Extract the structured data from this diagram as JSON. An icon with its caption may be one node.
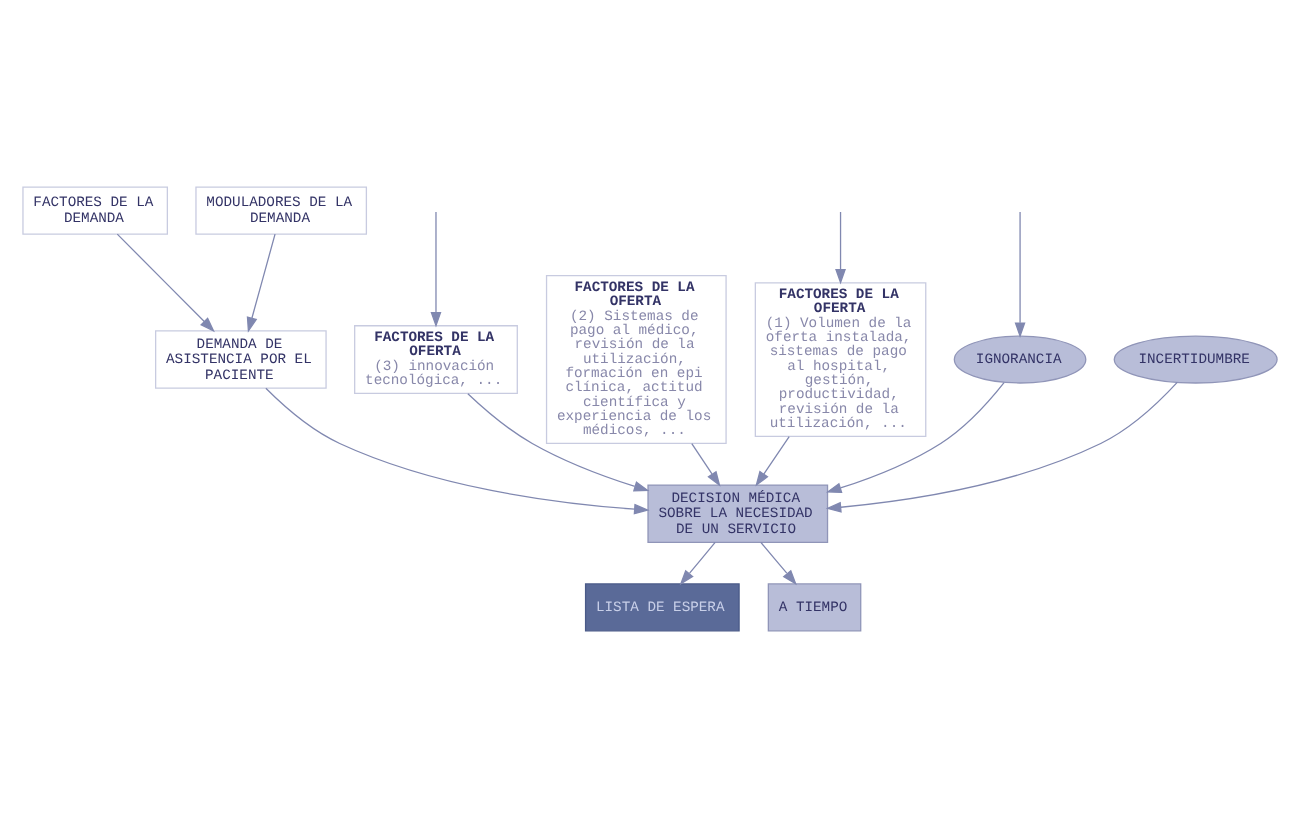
{
  "diagram": {
    "nodes": [
      {
        "text": [
          "FACTORES DE LA DEMANDA"
        ]
      },
      {
        "text": [
          "MODULADORES DE LA DEMANDA"
        ]
      },
      {
        "text": [
          "DEMANDA DE ASISTENCIA POR EL PACIENTE"
        ]
      },
      {
        "text": [
          "DECISION MÉDICA SOBRE LA NECESIDAD DE UN SERVICIO"
        ]
      },
      {
        "text": [
          "LISTA DE ESPERA"
        ]
      },
      {
        "text": [
          "A TIEMPO"
        ]
      },
      {
        "text": [
          "FACTORES DE LA OFERTA",
          "(3) innovación tecnológica, ..."
        ]
      },
      {
        "text": [
          "FACTORES DE LA OFERTA",
          "(2) Sistemas de pago al médico, revisión de la utilización, formación en epi clínica, actitud científica y experiencia de los médicos, ..."
        ]
      },
      {
        "text": [
          "FACTORES DE LA OFERTA",
          "(1) Volumen de la oferta instalada, sistemas de pago al hospital, gestión, productividad, revisión de la utilización, ..."
        ]
      },
      {
        "text": [
          "IGNORANCIA"
        ]
      },
      {
        "text": [
          "INCERTIDUMBRE"
        ]
      }
    ],
    "edges": [
      {
        "from": 0,
        "to": 2,
        "arrow": "to"
      },
      {
        "from": 1,
        "to": 2,
        "arrow": "to"
      },
      {
        "from": 2,
        "to": 3,
        "arrow": "to"
      },
      {
        "from": 3,
        "to": 4,
        "arrow": "to"
      },
      {
        "from": 3,
        "to": 5,
        "arrow": "to"
      },
      {
        "from": 6,
        "to": 3,
        "arrow": "to"
      },
      {
        "from": 7,
        "to": 3,
        "arrow": "to"
      },
      {
        "from": 8,
        "to": 3,
        "arrow": "to"
      },
      {
        "from": 9,
        "to": 3,
        "arrow": "to"
      },
      {
        "from": 10,
        "to": 3,
        "arrow": "to"
      },
      {
        "from": null,
        "to": 6,
        "arrow": "to"
      },
      {
        "from": null,
        "to": 8,
        "arrow": "to"
      },
      {
        "from": null,
        "to": 9,
        "arrow": "to"
      }
    ]
  }
}
